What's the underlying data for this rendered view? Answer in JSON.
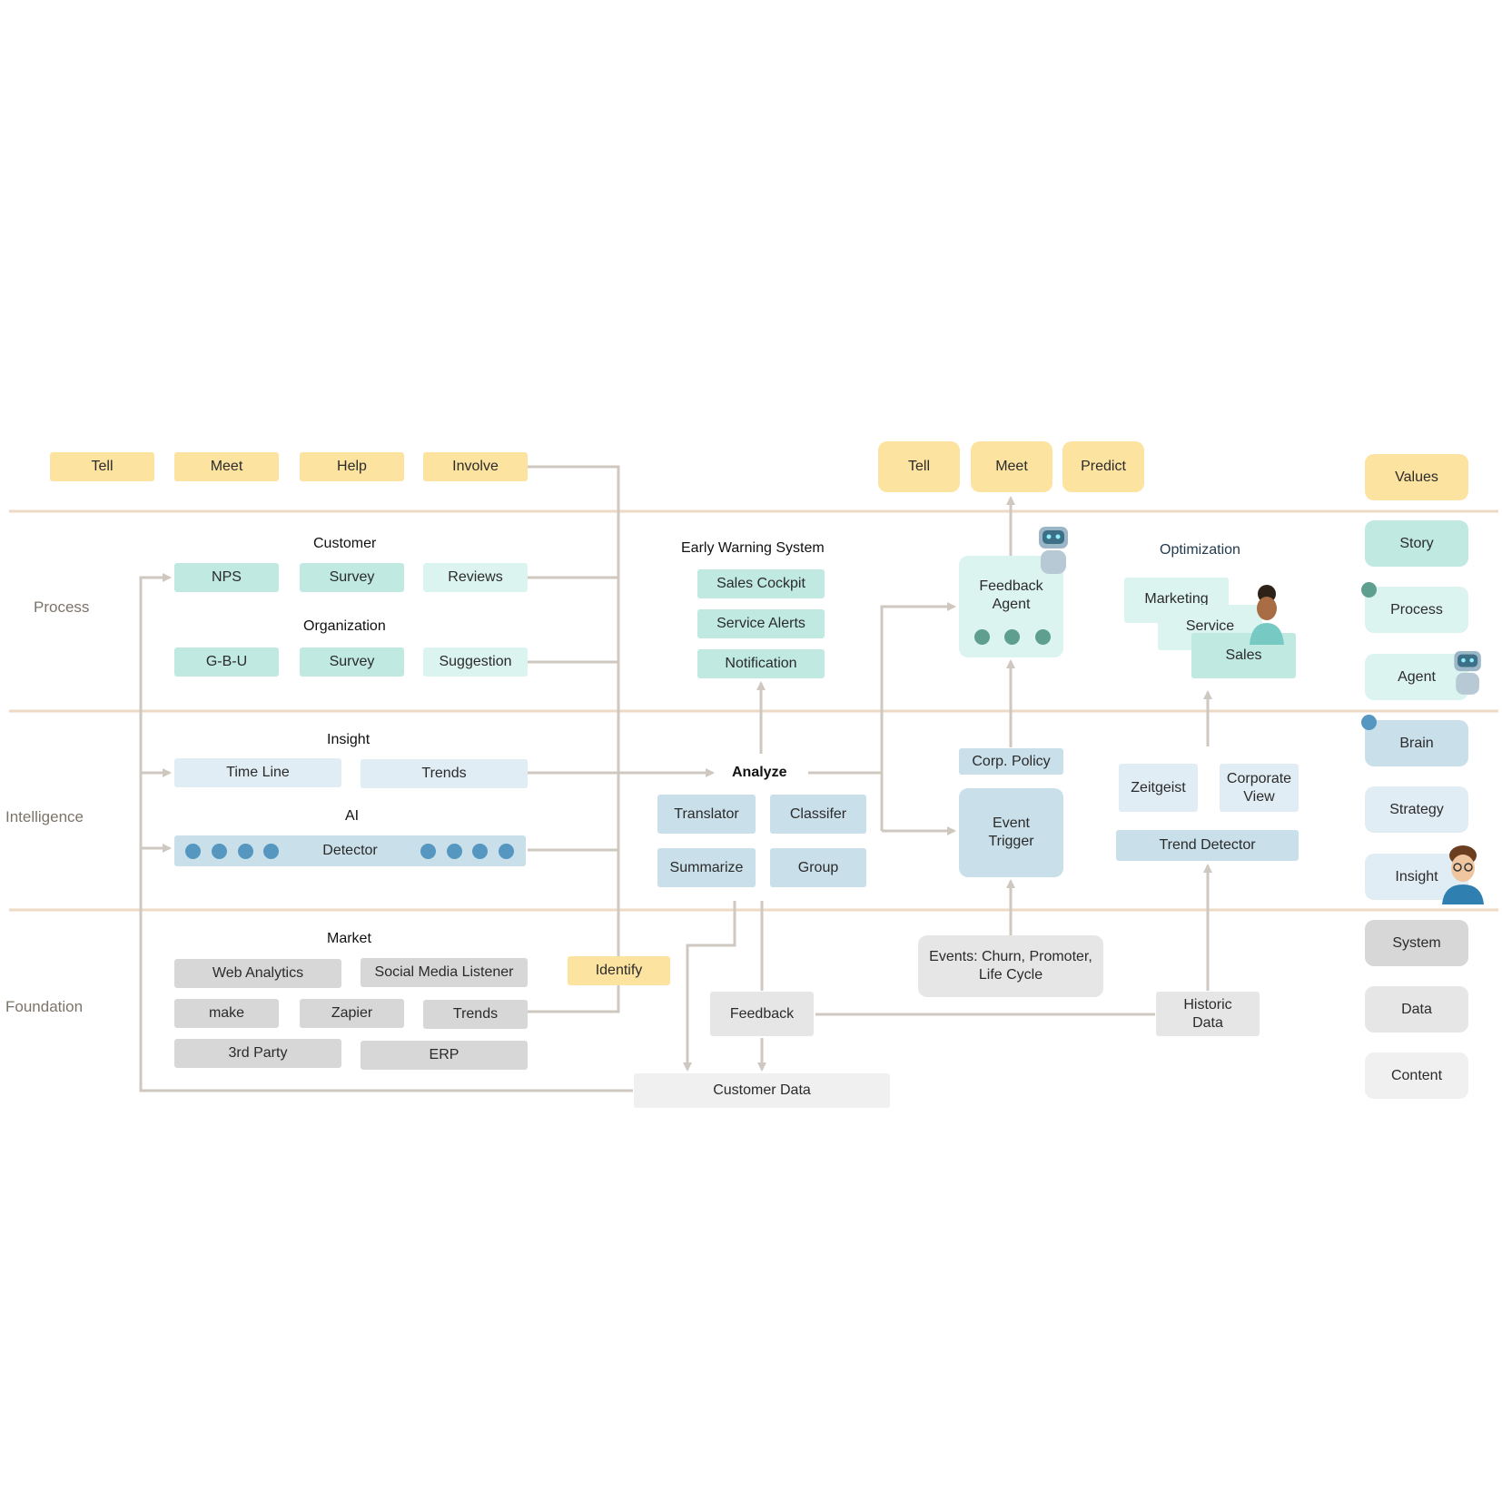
{
  "layers": {
    "process": "Process",
    "intelligence": "Intelligence",
    "foundation": "Foundation"
  },
  "top_actions": [
    "Tell",
    "Meet",
    "Help",
    "Involve"
  ],
  "outcomes": [
    "Tell",
    "Meet",
    "Predict"
  ],
  "customer": {
    "title": "Customer",
    "items": [
      "NPS",
      "Survey",
      "Reviews"
    ]
  },
  "organization": {
    "title": "Organization",
    "items": [
      "G-B-U",
      "Survey",
      "Suggestion"
    ]
  },
  "insight": {
    "title": "Insight",
    "items": [
      "Time Line",
      "Trends"
    ]
  },
  "ai": {
    "title": "AI",
    "detector": "Detector"
  },
  "market": {
    "title": "Market",
    "items": [
      "Web Analytics",
      "Social Media Listener",
      "make",
      "Zapier",
      "Trends",
      "3rd Party",
      "ERP"
    ]
  },
  "identify": "Identify",
  "early_warning": {
    "title": "Early Warning System",
    "items": [
      "Sales Cockpit",
      "Service Alerts",
      "Notification"
    ]
  },
  "analyze": {
    "title": "Analyze",
    "items": [
      "Translator",
      "Classifer",
      "Summarize",
      "Group"
    ]
  },
  "feedback_agent": "Feedback Agent",
  "corp_policy": "Corp. Policy",
  "event_trigger": "Event Trigger",
  "events": "Events: Churn, Promoter, Life Cycle",
  "optimization": {
    "title": "Optimization",
    "items": [
      "Marketing",
      "Service",
      "Sales"
    ]
  },
  "zeitgeist": "Zeitgeist",
  "corporate_view": "Corporate View",
  "trend_detector": "Trend Detector",
  "feedback": "Feedback",
  "historic_data": "Historic Data",
  "customer_data": "Customer Data",
  "legend": [
    "Values",
    "Story",
    "Process",
    "Agent",
    "Brain",
    "Strategy",
    "Insight",
    "System",
    "Data",
    "Content"
  ],
  "colors": {
    "yellow": "#fde3a0",
    "teal": "#bfe9e1",
    "blue": "#c9dfe9",
    "gray": "#d7d7d7",
    "line": "#cfc8c1",
    "divider": "#ecd9c6"
  },
  "icons": [
    "robot-icon",
    "woman-avatar-icon",
    "man-avatar-icon",
    "arrow-icon"
  ]
}
